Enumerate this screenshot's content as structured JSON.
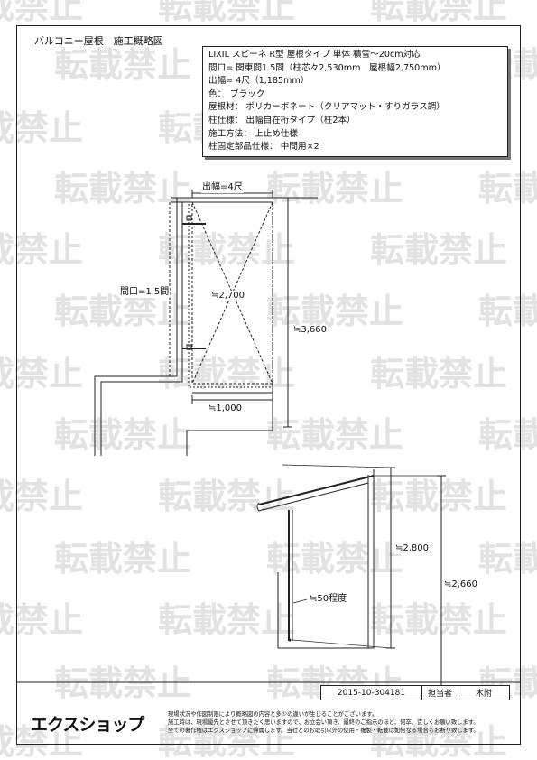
{
  "watermark": "転載禁止",
  "title": "バルコニー屋根　施工概略図",
  "spec": {
    "line1": "LIXIL スピーネ R型 屋根タイプ 単体 積雪～20cm対応",
    "line2": "間口= 関東間1.5間（柱芯々2,530mm　屋根幅2,750mm）",
    "line3": "出幅= 4尺（1,185mm）",
    "line4": "色：　ブラック",
    "line5": "屋根材： ポリカーボネート（クリアマット・すりガラス調）",
    "line6": "柱仕様： 出幅自在桁タイプ（柱2本）",
    "line7": "施工方法： 上止め仕様",
    "line8": "柱固定部品仕様： 中間用×2"
  },
  "plan_labels": {
    "depth": "出幅=4尺",
    "width": "間口=1.5間",
    "span": "≒2,700",
    "height_total": "≒3,660",
    "extent": "≒1,000"
  },
  "section_labels": {
    "h1": "≒2,800",
    "h2": "≒2,660",
    "offset": "≒50程度"
  },
  "stamp": {
    "number": "2015-10-304181",
    "role": "担当者",
    "name": "木附"
  },
  "footer": {
    "logo": "エクスショップ",
    "note1": "現場状況や作図制限により概略図の内容と多少の違いが生じることがございます。",
    "note2": "施工時は、現場優先とさせて頂きたく思いますので、お立会い頂き、最終のご指示のほど、何卒、宜しくお願い致します。",
    "note3": "全ての著作権はエクスショップに帰属します。当社とのお取引以外の使用・複製・転載は如何なる場合もお断り致します。"
  }
}
